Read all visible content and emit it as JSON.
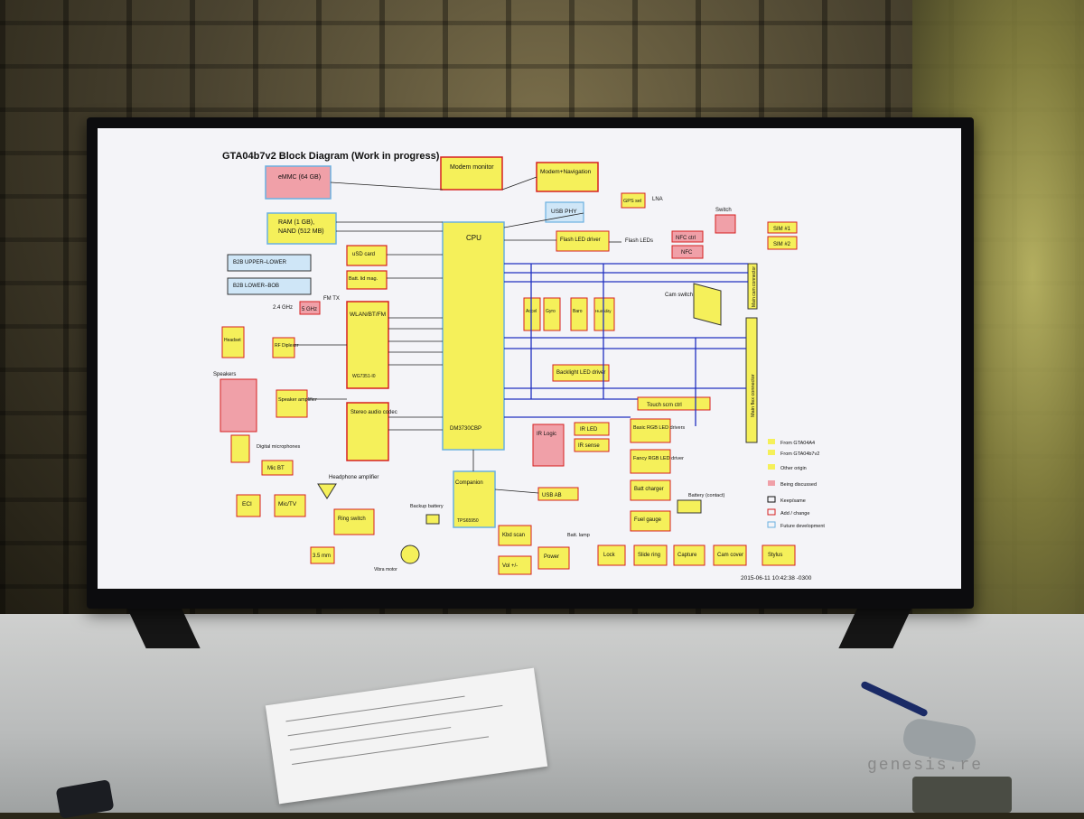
{
  "diagram": {
    "title": "GTA04b7v2 Block Diagram (Work in progress)",
    "timestamp": "2015-06-11 10:42:38 -0300",
    "blocks": {
      "emmc": "eMMC (64 GB)",
      "ram": "RAM (1 GB),",
      "nand": "NAND (512 MB)",
      "modem_monitor": "Modem monitor",
      "modem_nav": "Modem+Navigation",
      "usb_phy": "USB PHY",
      "cpu": "CPU",
      "cpu_part": "DM3730CBP",
      "usd_card": "uSD card",
      "batt_fuel": "Batt. lid mag.",
      "b2b_upper": "B2B UPPER–LOWER",
      "b2b_lower": "B2B LOWER–BOB",
      "wlan": "WLAN/BT/FM",
      "wlan_part": "WG7351-I0",
      "fm_tx": "FM TX",
      "ghz24": "2.4 GHz",
      "ghz5": "5 GHz",
      "rf_diplexer": "RF Diplexer",
      "headset": "Headset",
      "speakers": "Speakers",
      "speaker_amp": "Speaker amplifier",
      "stereo_codec": "Stereo audio codec",
      "digital_mics": "Digital microphones",
      "mic_bt": "Mic BT",
      "headphone_amp": "Headphone amplifier",
      "eci": "ECI",
      "mic_tv": "Mic/TV",
      "ring_switch": "Ring switch",
      "jack": "3.5 mm",
      "backup_battery": "Backup battery",
      "companion": "Companion",
      "companion_part": "TPS65950",
      "usb_ab": "USB AB",
      "kbd_scan": "Kbd scan",
      "vol": "Vol +/-",
      "power": "Power",
      "vibra": "Vibra motor",
      "lock": "Lock",
      "slide_ring": "Slide ring",
      "capture": "Capture",
      "cam_cover": "Cam cover",
      "stylus": "Stylus",
      "batt_lamp": "Batt. lamp",
      "fuel_gauge": "Fuel gauge",
      "batt_charger": "Batt charger",
      "battery": "Battery (contact)",
      "fancy_led": "Fancy RGB LED driver",
      "basic_led": "Basic RGB LED drivers",
      "ir_logic": "IR Logic",
      "ir_led": "IR LED",
      "ir_sense": "IR sense",
      "backlight": "Backlight LED driver",
      "touch_ctrl": "Touch scrn ctrl",
      "flash_led": "Flash LED driver",
      "flash_leds": "Flash LEDs",
      "cam_switch": "Cam switch",
      "main_cam": "Main cam connector",
      "main_flex": "Main flex connector",
      "nfc_ctrl": "NFC ctrl",
      "nfc": "NFC",
      "switch": "Switch",
      "sim1": "SIM #1",
      "sim2": "SIM #2",
      "gps_sel": "GPS sel",
      "lna": "LNA",
      "accel": "Accel",
      "gyro": "Gyro",
      "baro": "Baro",
      "humidity": "Humidity"
    },
    "legend": {
      "from_gta04": "From GTA04A4",
      "from_gta04b7": "From GTA04b7v2",
      "other": "Other origin",
      "being_discussed": "Being discussed",
      "keep": "Keep/same",
      "add": "Add / change",
      "future": "Future development"
    }
  },
  "scene": {
    "watermark": "genesis.re"
  },
  "colors": {
    "block_yellow": "#f5f05a",
    "block_pink": "#f0a0a8",
    "block_red_border": "#d62020",
    "block_blue": "#cfe6f7",
    "bus_blue": "#2030c0",
    "screen_bg": "#f4f4f8"
  }
}
